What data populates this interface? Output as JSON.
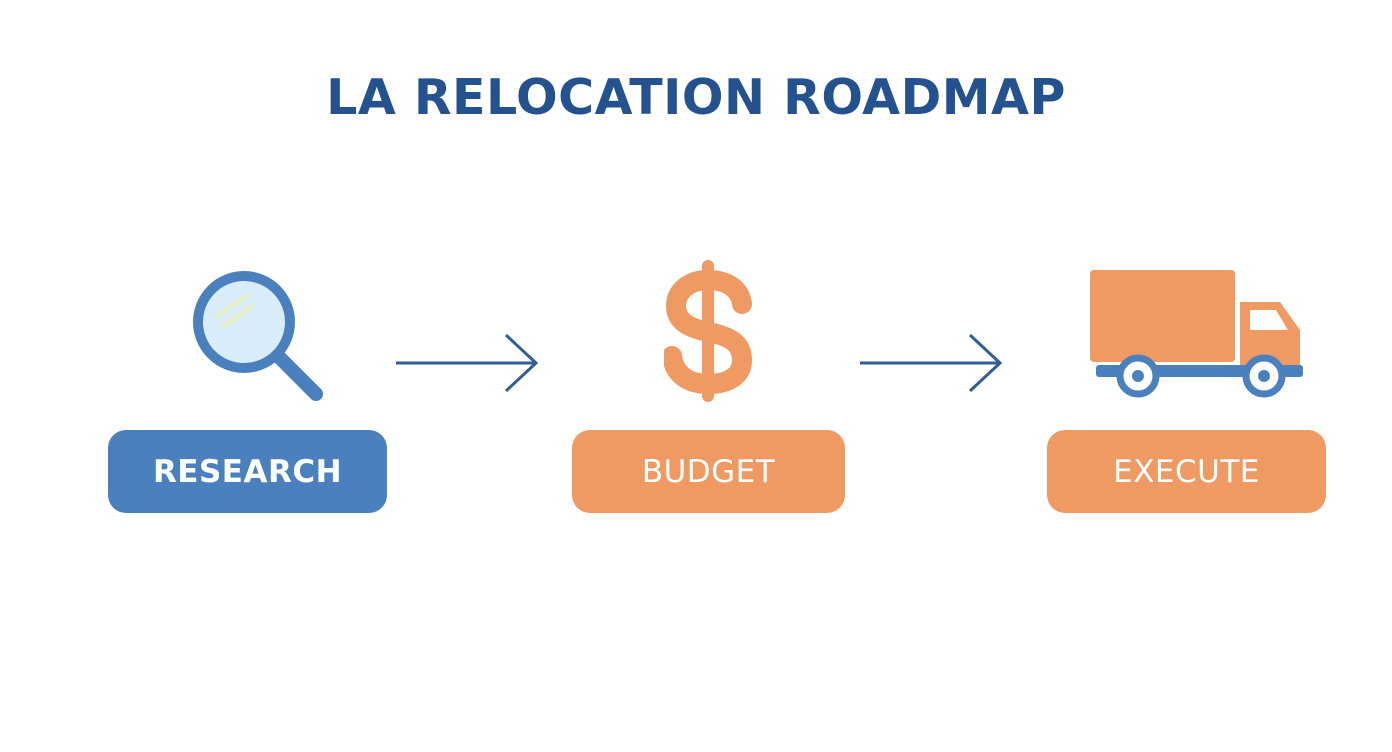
{
  "title": "LA RELOCATION ROADMAP",
  "colors": {
    "title": "#24528f",
    "blue": "#4a80bd",
    "orange": "#ef9a63",
    "arrow": "#2f5f96"
  },
  "steps": [
    {
      "label": "RESEARCH",
      "icon": "magnifying-glass-icon",
      "color": "#4a80bd"
    },
    {
      "label": "BUDGET",
      "icon": "dollar-sign-icon",
      "color": "#ef9a63"
    },
    {
      "label": "EXECUTE",
      "icon": "moving-truck-icon",
      "color": "#ef9a63"
    }
  ]
}
